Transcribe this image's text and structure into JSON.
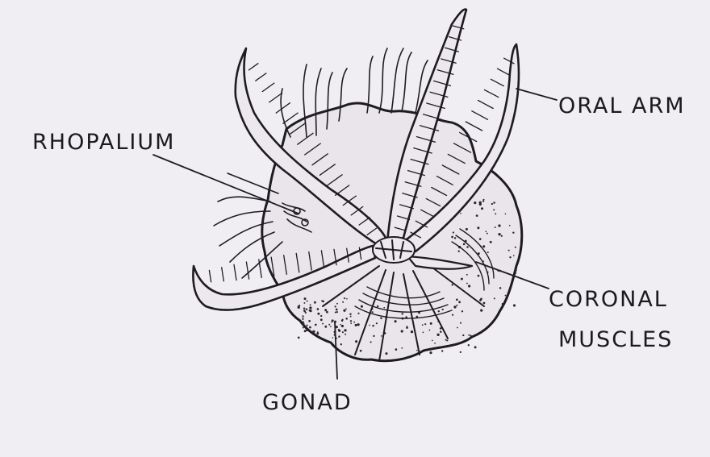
{
  "labels": {
    "rhopalium": "RHOPALIUM",
    "oral_arm": "ORAL ARM",
    "coronal_line1": "CORONAL",
    "coronal_line2": "MUSCLES",
    "gonad": "GONAD"
  },
  "colors": {
    "paper": "#f1eef3",
    "ink": "#1e1c22",
    "bell_fill": "#e8e4ea"
  }
}
